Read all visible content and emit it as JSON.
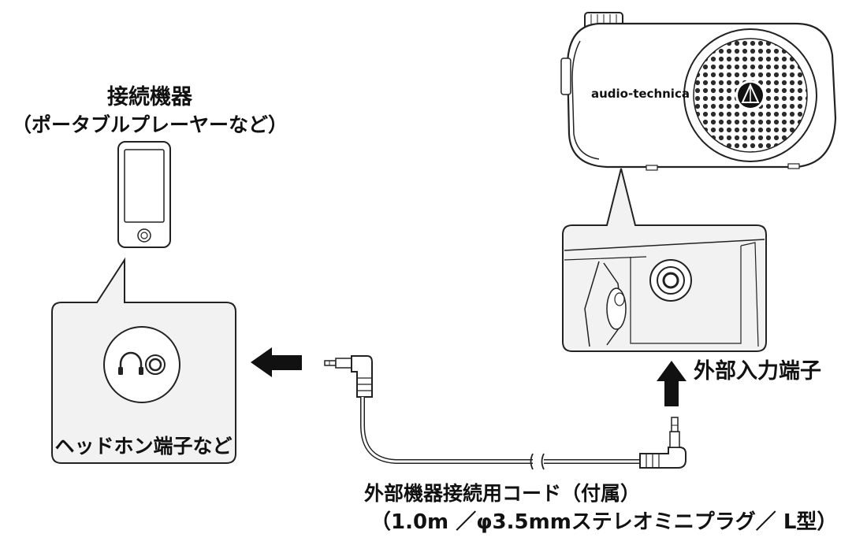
{
  "device": {
    "title": "接続機器",
    "subtitle": "（ポータブルプレーヤーなど）"
  },
  "headphone_callout": {
    "label": "ヘッドホン端子など"
  },
  "speaker": {
    "brand": "audio-technica"
  },
  "input_callout": {
    "label": "外部入力端子"
  },
  "cord": {
    "name": "外部機器接続用コード（付属）",
    "spec": "（1.0m ／φ3.5mmステレオミニプラグ／ L型）"
  },
  "icons": {
    "headphone": "headphone-icon",
    "arrow_to_device": "arrow-left-icon",
    "arrow_to_speaker": "arrow-up-icon"
  },
  "colors": {
    "line": "#222222",
    "callout_fill": "#f2f2f2",
    "speaker_grille": "#2b2b2b"
  }
}
